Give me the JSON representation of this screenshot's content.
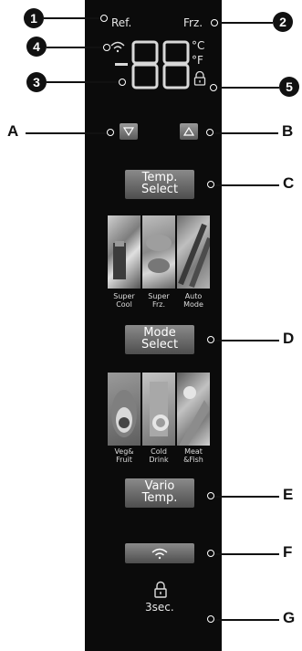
{
  "display": {
    "ref": "Ref.",
    "frz": "Frz.",
    "digits": "-88",
    "unit_c": "°C",
    "unit_f": "°F"
  },
  "buttons": {
    "temp_select": [
      "Temp.",
      "Select"
    ],
    "mode_select": [
      "Mode",
      "Select"
    ],
    "vario_temp": [
      "Vario",
      "Temp."
    ]
  },
  "lock_label": "3sec.",
  "modes_top": [
    {
      "label": [
        "Super",
        "Cool"
      ]
    },
    {
      "label": [
        "Super",
        "Frz."
      ]
    },
    {
      "label": [
        "Auto",
        "Mode"
      ]
    }
  ],
  "modes_bottom": [
    {
      "label": [
        "Veg&",
        "Fruit"
      ]
    },
    {
      "label": [
        "Cold",
        "Drink"
      ]
    },
    {
      "label": [
        "Meat",
        "&Fish"
      ]
    }
  ],
  "callouts": {
    "n1": "1",
    "n2": "2",
    "n3": "3",
    "n4": "4",
    "n5": "5",
    "A": "A",
    "B": "B",
    "C": "C",
    "D": "D",
    "E": "E",
    "F": "F",
    "G": "G"
  }
}
